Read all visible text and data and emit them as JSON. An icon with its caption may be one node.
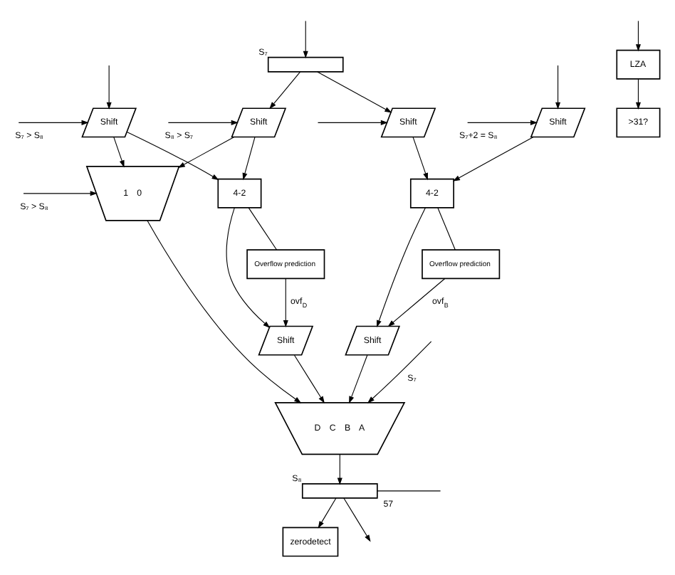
{
  "diagram": {
    "nodes": [
      {
        "text": [],
        "shape": "box",
        "beside": [
          "S₇"
        ]
      },
      {
        "text": [
          "Shift"
        ]
      },
      {
        "text": [
          "Shift"
        ]
      },
      {
        "text": [
          "Shift"
        ]
      },
      {
        "text": [
          "Shift"
        ]
      },
      {
        "text": [
          "LZA"
        ]
      },
      {
        "text": [
          ">31?"
        ]
      },
      {
        "text": [
          "4-2"
        ]
      },
      {
        "text": [
          "1",
          "0"
        ]
      },
      {
        "text": [
          "Overflow prediction"
        ]
      },
      {
        "text": [
          "Shift"
        ]
      },
      {
        "text": [
          "4-2"
        ]
      },
      {
        "text": [
          "Overflow prediction"
        ]
      },
      {
        "text": [
          "Shift"
        ]
      },
      {
        "text": [
          "D",
          "C",
          "B",
          "A"
        ]
      },
      {
        "text": [],
        "shape": "box",
        "beside": [
          "S₈"
        ]
      },
      {
        "text": [
          "zerodetect"
        ]
      }
    ],
    "edges": [
      {
        "from": null,
        "to": 0,
        "arrow": "to"
      },
      {
        "from": null,
        "to": 5,
        "arrow": "to"
      },
      {
        "from": null,
        "to": 2,
        "arrow": "to",
        "label": "S₇ > S₈"
      },
      {
        "from": null,
        "to": 3,
        "arrow": "to",
        "label": "S₇+2 = S₈"
      },
      {
        "from": null,
        "to": 2,
        "arrow": "to"
      },
      {
        "from": null,
        "to": 3,
        "arrow": "to"
      },
      {
        "from": 0,
        "to": 1,
        "arrow": "to"
      },
      {
        "from": 0,
        "to": 4,
        "arrow": "to"
      },
      {
        "from": null,
        "to": 1,
        "arrow": "to",
        "label": "S₈ > S₇"
      },
      {
        "from": null,
        "to": 4,
        "arrow": "to"
      },
      {
        "from": 5,
        "to": 6,
        "arrow": "to"
      },
      {
        "from": 1,
        "to": 7,
        "arrow": "to"
      },
      {
        "from": 1,
        "to": 8,
        "arrow": "to"
      },
      {
        "from": 2,
        "to": 7,
        "arrow": "to"
      },
      {
        "from": 2,
        "to": 8,
        "arrow": "to"
      },
      {
        "from": null,
        "to": 8,
        "arrow": "to",
        "label": "S₇ > S₈"
      },
      {
        "from": 3,
        "to": 11,
        "arrow": "to"
      },
      {
        "from": 4,
        "to": 11,
        "arrow": "to"
      },
      {
        "from": 7,
        "to": 9,
        "arrow": "none"
      },
      {
        "from": 7,
        "to": 10,
        "arrow": "to"
      },
      {
        "from": 9,
        "to": 10,
        "arrow": "to",
        "label": "ovf$_{D}$"
      },
      {
        "from": 11,
        "to": 12,
        "arrow": "none"
      },
      {
        "from": 11,
        "to": 13,
        "arrow": "to"
      },
      {
        "from": 12,
        "to": 13,
        "arrow": "to",
        "label": "ovf$_{B}$"
      },
      {
        "from": 10,
        "to": 14,
        "arrow": "to"
      },
      {
        "from": 8,
        "to": 14,
        "arrow": "to"
      },
      {
        "from": 13,
        "to": 14,
        "arrow": "to"
      },
      {
        "from": null,
        "to": 14,
        "arrow": "to",
        "label": "S₇"
      },
      {
        "from": 14,
        "to": 15,
        "arrow": "to"
      },
      {
        "from": 15,
        "to": null,
        "arrow": "none",
        "label": "57"
      },
      {
        "from": 15,
        "to": null,
        "arrow": "to"
      },
      {
        "from": 15,
        "to": 16,
        "arrow": "to"
      }
    ]
  }
}
